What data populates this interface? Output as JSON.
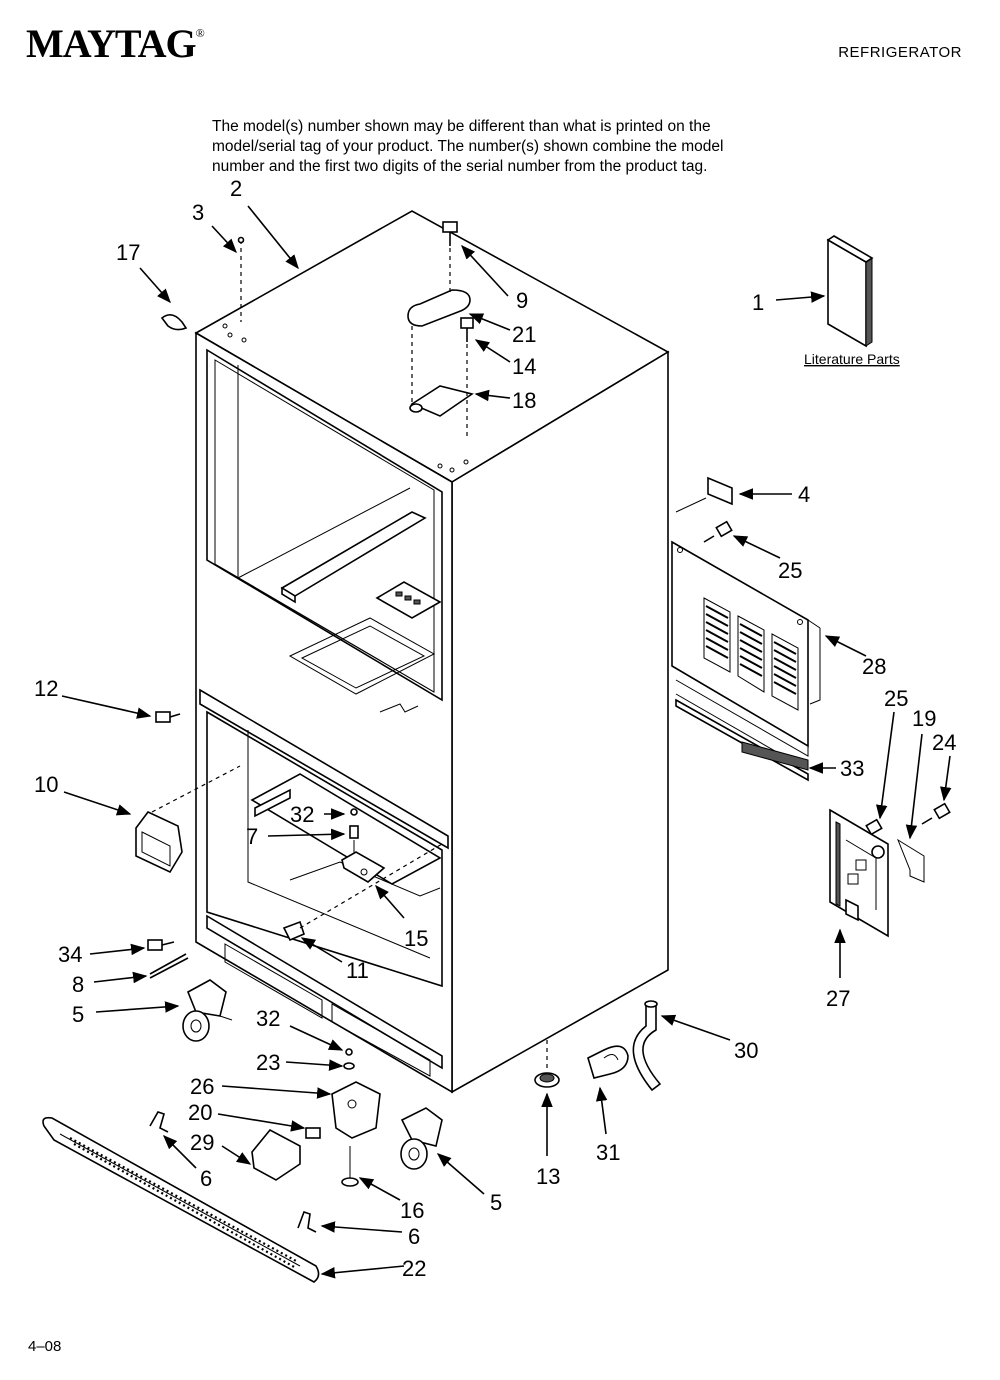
{
  "header": {
    "brand": "MAYTAG",
    "brand_mark": "®",
    "category": "REFRIGERATOR"
  },
  "note": {
    "lines": [
      "The model(s) number shown may be different than what is printed on the",
      "model/serial tag of your product. The number(s) shown combine the model",
      "number and the first two digits of the serial number from the product tag."
    ]
  },
  "literature_label": "Literature Parts",
  "callouts": [
    {
      "id": "c2",
      "text": "2"
    },
    {
      "id": "c3",
      "text": "3"
    },
    {
      "id": "c17",
      "text": "17"
    },
    {
      "id": "c9",
      "text": "9"
    },
    {
      "id": "c21",
      "text": "21"
    },
    {
      "id": "c14",
      "text": "14"
    },
    {
      "id": "c18",
      "text": "18"
    },
    {
      "id": "c1",
      "text": "1"
    },
    {
      "id": "c4",
      "text": "4"
    },
    {
      "id": "c25a",
      "text": "25"
    },
    {
      "id": "c28",
      "text": "28"
    },
    {
      "id": "c25b",
      "text": "25"
    },
    {
      "id": "c19",
      "text": "19"
    },
    {
      "id": "c24",
      "text": "24"
    },
    {
      "id": "c33",
      "text": "33"
    },
    {
      "id": "c12",
      "text": "12"
    },
    {
      "id": "c10",
      "text": "10"
    },
    {
      "id": "c32a",
      "text": "32"
    },
    {
      "id": "c7",
      "text": "7"
    },
    {
      "id": "c15",
      "text": "15"
    },
    {
      "id": "c11",
      "text": "11"
    },
    {
      "id": "c34",
      "text": "34"
    },
    {
      "id": "c8",
      "text": "8"
    },
    {
      "id": "c5a",
      "text": "5"
    },
    {
      "id": "c32b",
      "text": "32"
    },
    {
      "id": "c23",
      "text": "23"
    },
    {
      "id": "c26",
      "text": "26"
    },
    {
      "id": "c20",
      "text": "20"
    },
    {
      "id": "c29",
      "text": "29"
    },
    {
      "id": "c6a",
      "text": "6"
    },
    {
      "id": "c16",
      "text": "16"
    },
    {
      "id": "c6b",
      "text": "6"
    },
    {
      "id": "c22",
      "text": "22"
    },
    {
      "id": "c5b",
      "text": "5"
    },
    {
      "id": "c13",
      "text": "13"
    },
    {
      "id": "c31",
      "text": "31"
    },
    {
      "id": "c30",
      "text": "30"
    },
    {
      "id": "c27",
      "text": "27"
    }
  ],
  "footer": {
    "page_code": "4–08"
  }
}
